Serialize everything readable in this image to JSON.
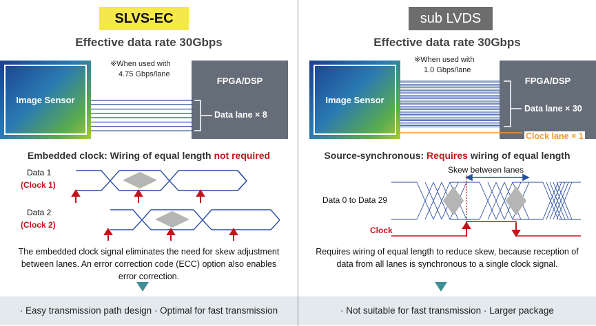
{
  "slvs": {
    "badge": "SLVS-EC",
    "rate": "Effective data rate 30Gbps",
    "sensor_label": "Image Sensor",
    "note_line1": "※When used with",
    "note_line2": "4.75 Gbps/lane",
    "fpga_label": "FPGA/DSP",
    "data_lane": "Data lane × 8",
    "subhead_prefix": "Embedded clock: Wiring of equal length ",
    "subhead_red": "not required",
    "data1": "Data 1",
    "clock1": "(Clock 1)",
    "data2": "Data 2",
    "clock2": "(Clock 2)",
    "description": "The embedded clock signal eliminates the need for skew adjustment between lanes. An error correction code (ECC) option also enables error correction.",
    "footer": "· Easy transmission path design  · Optimal for fast transmission"
  },
  "lvds": {
    "badge": "sub LVDS",
    "rate": "Effective data rate 30Gbps",
    "sensor_label": "Image Sensor",
    "note_line1": "※When used with",
    "note_line2": "1.0 Gbps/lane",
    "fpga_label": "FPGA/DSP",
    "data_lane": "Data lane × 30",
    "clock_lane": "Clock lane × 1",
    "subhead_prefix": "Source-synchronous: ",
    "subhead_red": "Requires",
    "subhead_suffix": " wiring of equal length",
    "skew": "Skew between lanes",
    "data_range": "Data 0 to Data 29",
    "clock": "Clock",
    "description": "Requires wiring of equal length to reduce skew, because reception of data from all lanes is synchronous to a single clock signal.",
    "footer": "· Not suitable for fast transmission  · Larger package"
  },
  "colors": {
    "wire": "#2b4fa3",
    "clock_red": "#c0151c",
    "orange": "#f29a2e",
    "accent_teal": "#3f8f95",
    "diamond": "#b5b5b5"
  }
}
